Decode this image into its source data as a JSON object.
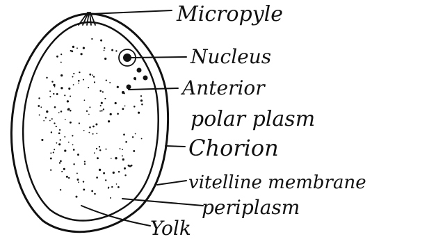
{
  "diagram": {
    "labels": {
      "micropyle": "Micropyle",
      "nucleus": "Nucleus",
      "anterior_polar_plasm_line1": "Anterior",
      "anterior_polar_plasm_line2": "polar plasm",
      "chorion": "Chorion",
      "vitelline_membrane": "vitelline membrane",
      "periplasm": "periplasm",
      "yolk": "Yolk"
    },
    "ink_color": "#111111"
  }
}
